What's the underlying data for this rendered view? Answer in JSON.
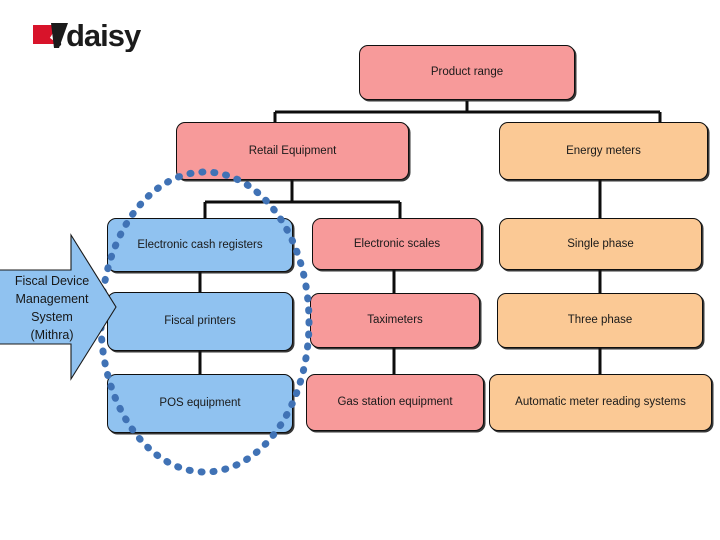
{
  "logo": {
    "name": "daisy-logo",
    "wordmark": "daisy",
    "mark_color": "#d8132a",
    "text_color": "#1b1b1b"
  },
  "palette": {
    "pink": "#f79a9a",
    "orange": "#fbc995",
    "blue": "#90c2f0",
    "outline": "#0f0f0f",
    "oval_dots": "#4072b5",
    "callout_fill": "#90c2f0"
  },
  "chart_data": {
    "type": "diagram",
    "title": "Product range",
    "nodes": [
      {
        "id": "product-range",
        "label": "Product range",
        "color": "pink",
        "level": 0
      },
      {
        "id": "retail",
        "label": "Retail Equipment",
        "color": "pink",
        "level": 1
      },
      {
        "id": "energy",
        "label": "Energy meters",
        "color": "orange",
        "level": 1
      },
      {
        "id": "ecr",
        "label": "Electronic cash registers",
        "color": "blue",
        "level": 2
      },
      {
        "id": "fiscal-printers",
        "label": "Fiscal printers",
        "color": "blue",
        "level": 2
      },
      {
        "id": "pos",
        "label": "POS equipment",
        "color": "blue",
        "level": 2
      },
      {
        "id": "scales",
        "label": "Electronic scales",
        "color": "pink",
        "level": 2
      },
      {
        "id": "taximeters",
        "label": "Taximeters",
        "color": "pink",
        "level": 2
      },
      {
        "id": "gas",
        "label": "Gas station equipment",
        "color": "pink",
        "level": 2
      },
      {
        "id": "single-phase",
        "label": "Single phase",
        "color": "orange",
        "level": 2
      },
      {
        "id": "three-phase",
        "label": "Three phase",
        "color": "orange",
        "level": 2
      },
      {
        "id": "amr",
        "label": "Automatic meter reading systems",
        "color": "orange",
        "level": 2
      }
    ],
    "edges": [
      [
        "product-range",
        "retail"
      ],
      [
        "product-range",
        "energy"
      ],
      [
        "retail",
        "ecr"
      ],
      [
        "retail",
        "scales"
      ],
      [
        "ecr",
        "fiscal-printers"
      ],
      [
        "fiscal-printers",
        "pos"
      ],
      [
        "scales",
        "taximeters"
      ],
      [
        "taximeters",
        "gas"
      ],
      [
        "energy",
        "single-phase"
      ],
      [
        "single-phase",
        "three-phase"
      ],
      [
        "three-phase",
        "amr"
      ]
    ],
    "annotations": [
      {
        "id": "mithra-callout",
        "shape": "right-arrow",
        "label": "Fiscal Device Management System (Mithra)",
        "lines": [
          "Fiscal Device",
          "Management",
          "System",
          "(Mithra)"
        ],
        "targets": [
          "ecr",
          "fiscal-printers",
          "pos"
        ]
      },
      {
        "id": "highlight-oval",
        "shape": "dotted-ellipse",
        "encircles": [
          "ecr",
          "fiscal-printers",
          "pos"
        ]
      }
    ]
  },
  "nodes": {
    "product_range": "Product range",
    "retail_equipment": "Retail Equipment",
    "energy_meters": "Energy meters",
    "electronic_cash_registers": "Electronic cash registers",
    "fiscal_printers": "Fiscal printers",
    "pos_equipment": "POS equipment",
    "electronic_scales": "Electronic scales",
    "taximeters": "Taximeters",
    "gas_station_equipment": "Gas station equipment",
    "single_phase": "Single phase",
    "three_phase": "Three phase",
    "automatic_meter_reading": "Automatic meter reading systems"
  },
  "callout": {
    "line1": "Fiscal Device",
    "line2": "Management",
    "line3": "System",
    "line4": "(Mithra)"
  }
}
